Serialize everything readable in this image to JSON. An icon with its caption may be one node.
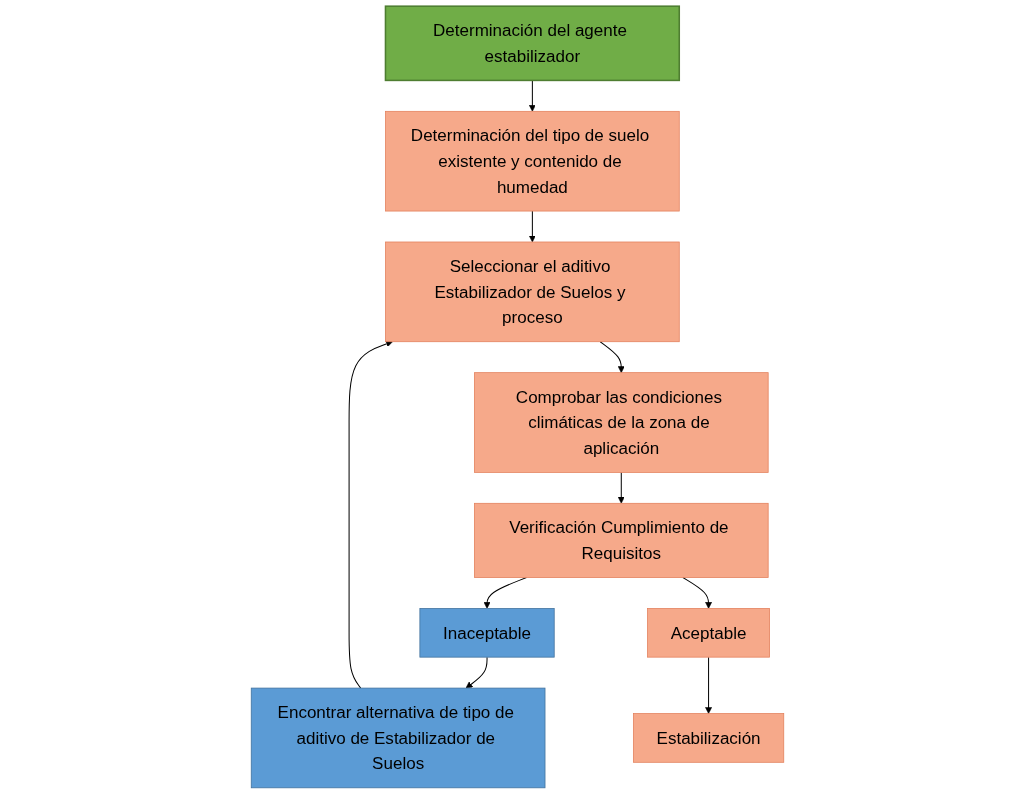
{
  "diagram": {
    "nodes": [
      {
        "text": [
          "Determinación del agente estabilizador"
        ]
      },
      {
        "text": [
          "Determinación del tipo de suelo existente y contenido de humedad"
        ]
      },
      {
        "text": [
          "Seleccionar el aditivo Estabilizador de Suelos y proceso"
        ]
      },
      {
        "text": [
          "Encontrar alternativa de tipo de aditivo de Estabilizador de Suelos"
        ]
      },
      {
        "text": [
          "Comprobar las condiciones climáticas de la zona de aplicación"
        ]
      },
      {
        "text": [
          "Verificación Cumplimiento de Requisitos"
        ]
      },
      {
        "text": [
          "Inaceptable"
        ]
      },
      {
        "text": [
          "Aceptable"
        ]
      },
      {
        "text": [
          "Estabilización"
        ]
      }
    ],
    "edges": [
      {
        "from": 0,
        "to": 1,
        "arrow": "to"
      },
      {
        "from": 1,
        "to": 2,
        "arrow": "to"
      },
      {
        "from": 2,
        "to": 4,
        "arrow": "to"
      },
      {
        "from": 4,
        "to": 5,
        "arrow": "to"
      },
      {
        "from": 5,
        "to": 6,
        "arrow": "to"
      },
      {
        "from": 6,
        "to": 3,
        "arrow": "to"
      },
      {
        "from": 3,
        "to": 2,
        "arrow": "to"
      },
      {
        "from": 5,
        "to": 7,
        "arrow": "to"
      },
      {
        "from": 7,
        "to": 8,
        "arrow": "to"
      }
    ]
  }
}
